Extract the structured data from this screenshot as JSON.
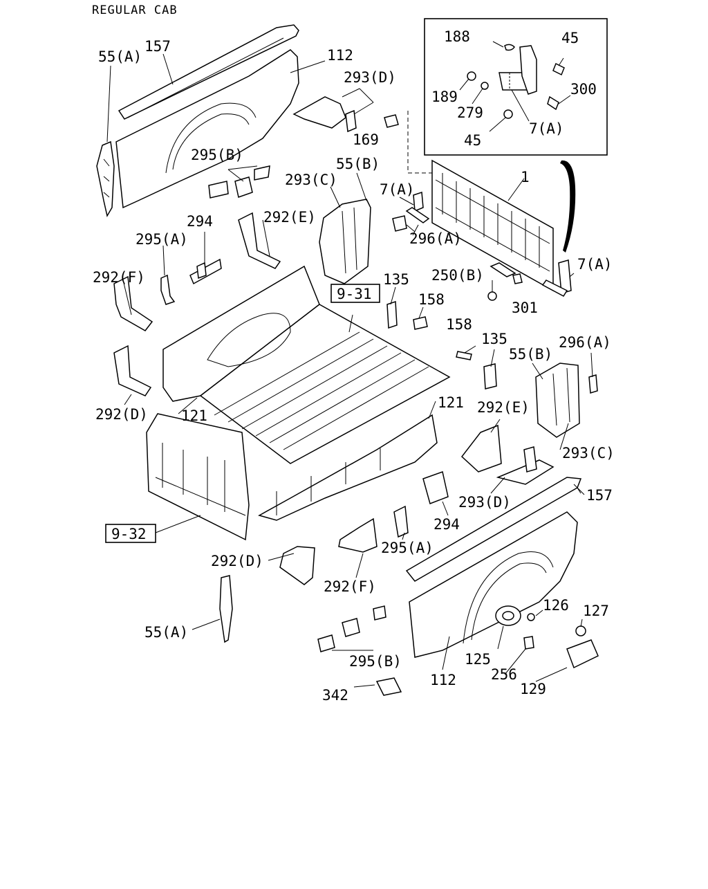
{
  "header": "REGULAR CAB",
  "callouts": {
    "ref_9_31": "9-31",
    "ref_9_32": "9-32"
  },
  "labels": {
    "l55a_top": "55(A)",
    "l157_top": "157",
    "l112_top": "112",
    "l293d_top": "293(D)",
    "l169": "169",
    "l295b_top": "295(B)",
    "l55b_top": "55(B)",
    "l293c_top": "293(C)",
    "l7a_mid": "7(A)",
    "l1": "1",
    "l294_top": "294",
    "l292e_top": "292(E)",
    "l295a_top": "295(A)",
    "l296a_top": "296(A)",
    "l292f_top": "292(F)",
    "l135_top": "135",
    "l158_top": "158",
    "l250b": "250(B)",
    "l7a_right": "7(A)",
    "l301": "301",
    "l158_mid": "158",
    "l135_mid": "135",
    "l296a_right": "296(A)",
    "l55b_right": "55(B)",
    "l292d_left": "292(D)",
    "l121_left": "121",
    "l121_right": "121",
    "l292e_right": "292(E)",
    "l293c_right": "293(C)",
    "l157_right": "157",
    "l293d_mid": "293(D)",
    "l294_mid": "294",
    "l295a_mid": "295(A)",
    "l292d_mid": "292(D)",
    "l292f_mid": "292(F)",
    "l55a_bottom": "55(A)",
    "l126": "126",
    "l127": "127",
    "l295b_bottom": "295(B)",
    "l125": "125",
    "l112_bottom": "112",
    "l256": "256",
    "l129": "129",
    "l342": "342"
  },
  "inset": {
    "l188": "188",
    "l45_top": "45",
    "l189": "189",
    "l300": "300",
    "l279": "279",
    "l7a": "7(A)",
    "l45_bottom": "45"
  }
}
